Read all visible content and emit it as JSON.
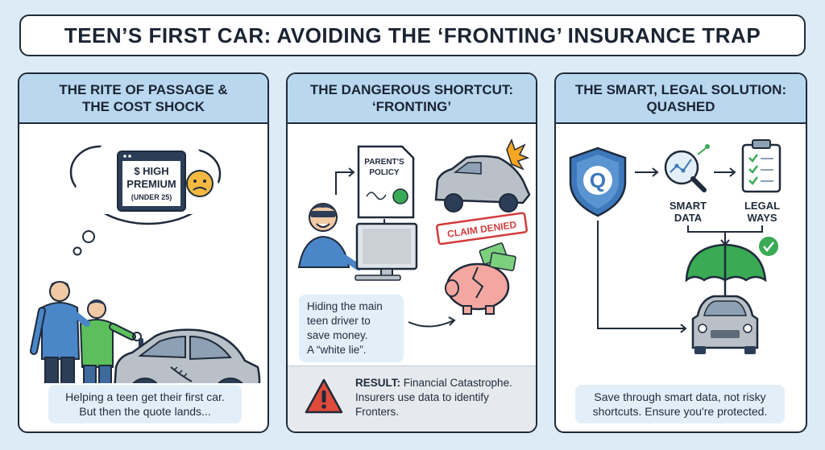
{
  "title": "TEEN’S FIRST CAR: AVOIDING THE ‘FRONTING’ INSURANCE TRAP",
  "panels": [
    {
      "heading_line1": "THE RITE OF PASSAGE &",
      "heading_line2": "THE COST SHOCK",
      "bubble_line1": "$ HIGH",
      "bubble_line2": "PREMIUM",
      "bubble_line3": "(UNDER 25)",
      "caption_line1": "Helping a teen get their first car.",
      "caption_line2": "But then the quote lands..."
    },
    {
      "heading_line1": "THE DANGEROUS SHORTCUT:",
      "heading_line2": "‘FRONTING’",
      "policy_line1": "PARENT'S",
      "policy_line2": "POLICY",
      "stamp": "CLAIM DENIED",
      "caption_line1": "Hiding the main",
      "caption_line2": "teen driver to",
      "caption_line3": "save money.",
      "caption_line4": "A “white lie”.",
      "result_label": "RESULT:",
      "result_text": " Financial Catastrophe. Insurers use data to identify Fronters."
    },
    {
      "heading_line1": "THE SMART, LEGAL SOLUTION:",
      "heading_line2": "QUASHED",
      "shield_letter": "Q",
      "label_data_1": "SMART",
      "label_data_2": "DATA",
      "label_legal_1": "LEGAL",
      "label_legal_2": "WAYS",
      "caption_line1": "Save through smart data, not risky",
      "caption_line2": "shortcuts. Ensure you're protected."
    }
  ],
  "colors": {
    "background": "#dcebf6",
    "header": "#b9d8ef",
    "outline": "#1f2a3a",
    "blue_shirt": "#4a86c8",
    "green_shirt": "#5cbf5c",
    "car_gray": "#b9c0c7",
    "stamp_red": "#d23b3b",
    "umbrella_green": "#3aaa55",
    "warning_red": "#e04a3a",
    "piggy_pink": "#f3a7a0",
    "shield_blue": "#3d79bb"
  }
}
